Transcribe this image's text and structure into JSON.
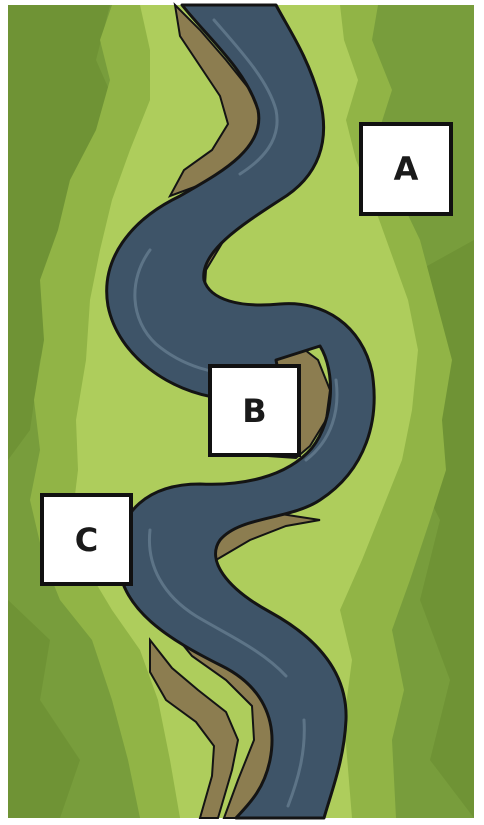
{
  "labels": {
    "a": "A",
    "b": "B",
    "c": "C"
  },
  "colors": {
    "outer_green": "#789d3c",
    "mid_green": "#91b446",
    "light_green": "#aecd5c",
    "river_bank": "#8c7d50",
    "river_water": "#3e5468",
    "river_highlight": "#5d7487",
    "outline": "#141414"
  }
}
